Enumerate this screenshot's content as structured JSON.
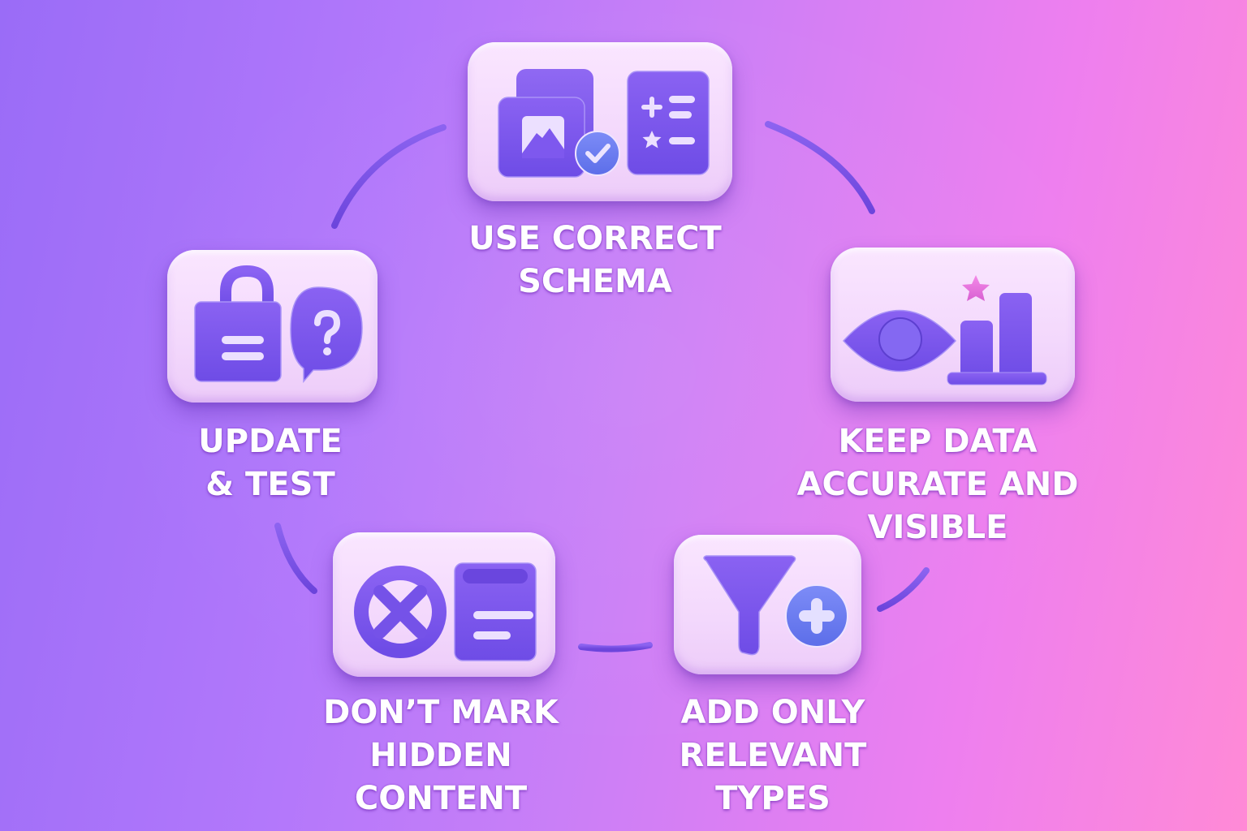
{
  "diagram": {
    "type": "cycle",
    "background": {
      "gradient_start": "#9a6cf7",
      "gradient_end": "#ff8ad6"
    },
    "colors": {
      "card_bg": "#f5dcfc",
      "icon_primary": "#7b55ec",
      "icon_secondary": "#6a80f2",
      "icon_highlight": "#ede2ff",
      "star_accent": "#e86ad8",
      "connector": "#7a4fe6",
      "label_text": "#ffffff"
    },
    "steps": [
      {
        "id": "use-correct-schema",
        "lines": [
          "USE CORRECT",
          "SCHEMA"
        ],
        "icons": [
          "image-stack-icon",
          "check-badge-icon",
          "schema-list-icon"
        ]
      },
      {
        "id": "keep-data-accurate",
        "lines": [
          "KEEP DATA",
          "ACCURATE AND",
          "VISIBLE"
        ],
        "icons": [
          "eye-icon",
          "bar-chart-icon",
          "star-icon"
        ]
      },
      {
        "id": "add-only-relevant",
        "lines": [
          "ADD ONLY",
          "RELEVANT",
          "TYPES"
        ],
        "icons": [
          "funnel-icon",
          "plus-badge-icon"
        ]
      },
      {
        "id": "dont-mark-hidden",
        "lines": [
          "DON’T MARK",
          "HIDDEN",
          "CONTENT"
        ],
        "icons": [
          "blocked-circle-icon",
          "document-icon"
        ]
      },
      {
        "id": "update-test",
        "lines": [
          "UPDATE",
          "& TEST"
        ],
        "icons": [
          "shopping-bag-icon",
          "question-bubble-icon"
        ]
      }
    ],
    "connectors": [
      {
        "from": "use-correct-schema",
        "to": "keep-data-accurate"
      },
      {
        "from": "keep-data-accurate",
        "to": "add-only-relevant"
      },
      {
        "from": "add-only-relevant",
        "to": "dont-mark-hidden"
      },
      {
        "from": "dont-mark-hidden",
        "to": "update-test"
      },
      {
        "from": "update-test",
        "to": "use-correct-schema"
      }
    ]
  }
}
